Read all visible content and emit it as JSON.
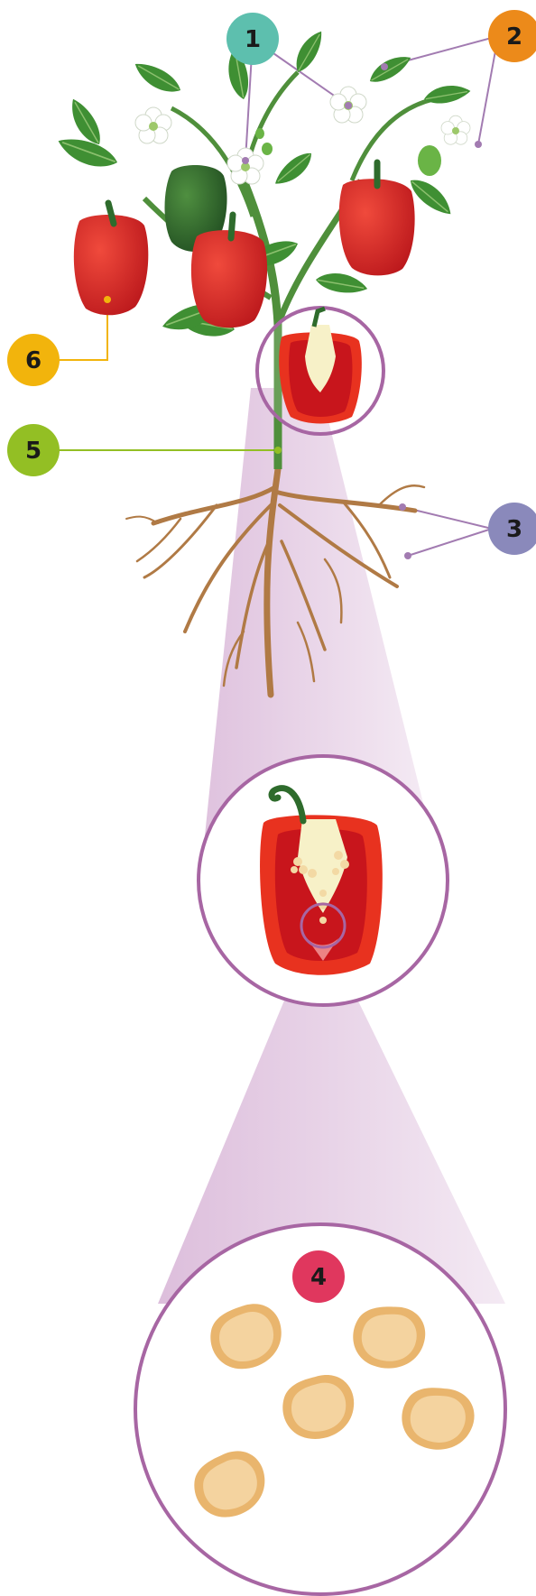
{
  "callouts": [
    {
      "id": "flowers",
      "label": "1",
      "color": "#5dbfae"
    },
    {
      "id": "flower-buds",
      "label": "2",
      "color": "#ec8a1a"
    },
    {
      "id": "roots",
      "label": "3",
      "color": "#8a89bb"
    },
    {
      "id": "seeds",
      "label": "4",
      "color": "#e0375e"
    },
    {
      "id": "stem",
      "label": "5",
      "color": "#93bf24"
    },
    {
      "id": "fruit",
      "label": "6",
      "color": "#f2b40c"
    }
  ],
  "colors": {
    "zoom_ring": "#a766a3",
    "zoom_beam": "#d9b7d8",
    "pepper_red": "#d82323",
    "pepper_green": "#2e6b2c",
    "leaf": "#3f8f33",
    "root": "#b07a45",
    "seed": "#eebf7f"
  },
  "icons": {
    "pepper_plant": "pepper-plant-illustration",
    "pepper_cross_section": "pepper-cross-section-illustration",
    "seeds": "pepper-seed-illustration"
  }
}
